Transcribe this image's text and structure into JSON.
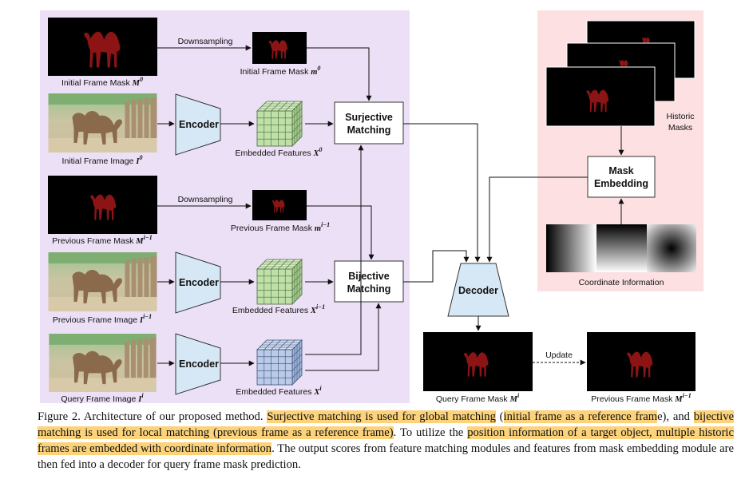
{
  "labels": {
    "initial_mask": "Initial Frame Mask ",
    "initial_mask_sym": "M",
    "initial_mask_sup": "0",
    "downsampling_1": "Downsampling",
    "init_small_mask": "Initial Frame Mask ",
    "init_small_sym": "m",
    "init_small_sup": "0",
    "initial_image": "Initial Frame Image ",
    "initial_image_sym": "I",
    "initial_image_sup": "0",
    "encoder_1": "Encoder",
    "embedded_1": "Embedded Features ",
    "embedded_1_sym": "X",
    "embedded_1_sup": "0",
    "surjective_l1": "Surjective",
    "surjective_l2": "Matching",
    "prev_mask": "Previous Frame Mask ",
    "prev_mask_sym": "M",
    "prev_mask_sup": "i−1",
    "downsampling_2": "Downsampling",
    "prev_small_mask": "Previous Frame Mask ",
    "prev_small_sym": "m",
    "prev_small_sup": "i−1",
    "prev_image": "Previous Frame Image ",
    "prev_image_sym": "I",
    "prev_image_sup": "i−1",
    "encoder_2": "Encoder",
    "embedded_2": "Embedded Features ",
    "embedded_2_sym": "X",
    "embedded_2_sup": "i−1",
    "bijective_l1": "Bijective",
    "bijective_l2": "Matching",
    "query_image": "Query Frame Image ",
    "query_image_sym": "I",
    "query_image_sup": "i",
    "encoder_3": "Encoder",
    "embedded_3": "Embedded Features ",
    "embedded_3_sym": "X",
    "embedded_3_sup": "i",
    "decoder": "Decoder",
    "historic_l1": "Historic",
    "historic_l2": "Masks",
    "mask_emb_l1": "Mask",
    "mask_emb_l2": "Embedding",
    "coord_info": "Coordinate Information",
    "query_mask": "Query Frame Mask ",
    "query_mask_sym": "M",
    "query_mask_sup": "i",
    "update": "Update",
    "out_prev_mask": "Previous Frame Mask ",
    "out_prev_sym": "M",
    "out_prev_sup": "i−1"
  },
  "caption": {
    "p1": "Figure 2. Architecture of our proposed method. ",
    "p2": "Surjective matching is used for global matching",
    "p3": " (",
    "p4": "initial frame as a reference fram",
    "p5": "e), and ",
    "p6": "bijective matching is used for local matching (previous frame as a reference frame)",
    "p7": ". To utilize the ",
    "p8": "position information of a target object, multiple historic frames are embedded with coordinate information",
    "p9": ". The output scores from feature matching modules and features from mask embedding module are then fed into a decoder for query frame mask prediction."
  },
  "colors": {
    "left_panel": "#ece0f6",
    "right_panel": "#fde0e2",
    "encoder_fill": "#d6e8f5",
    "green_cube": "#bfe0a8",
    "blue_cube": "#b9cbe8",
    "mask_red": "#8c1414",
    "highlight": "#fcd27a"
  },
  "icons": {
    "camel_mask": "camel-silhouette-icon",
    "camel_photo": "camel-photo-icon",
    "feature_cube": "feature-cube-icon",
    "gradient_map": "coordinate-gradient-icon"
  }
}
